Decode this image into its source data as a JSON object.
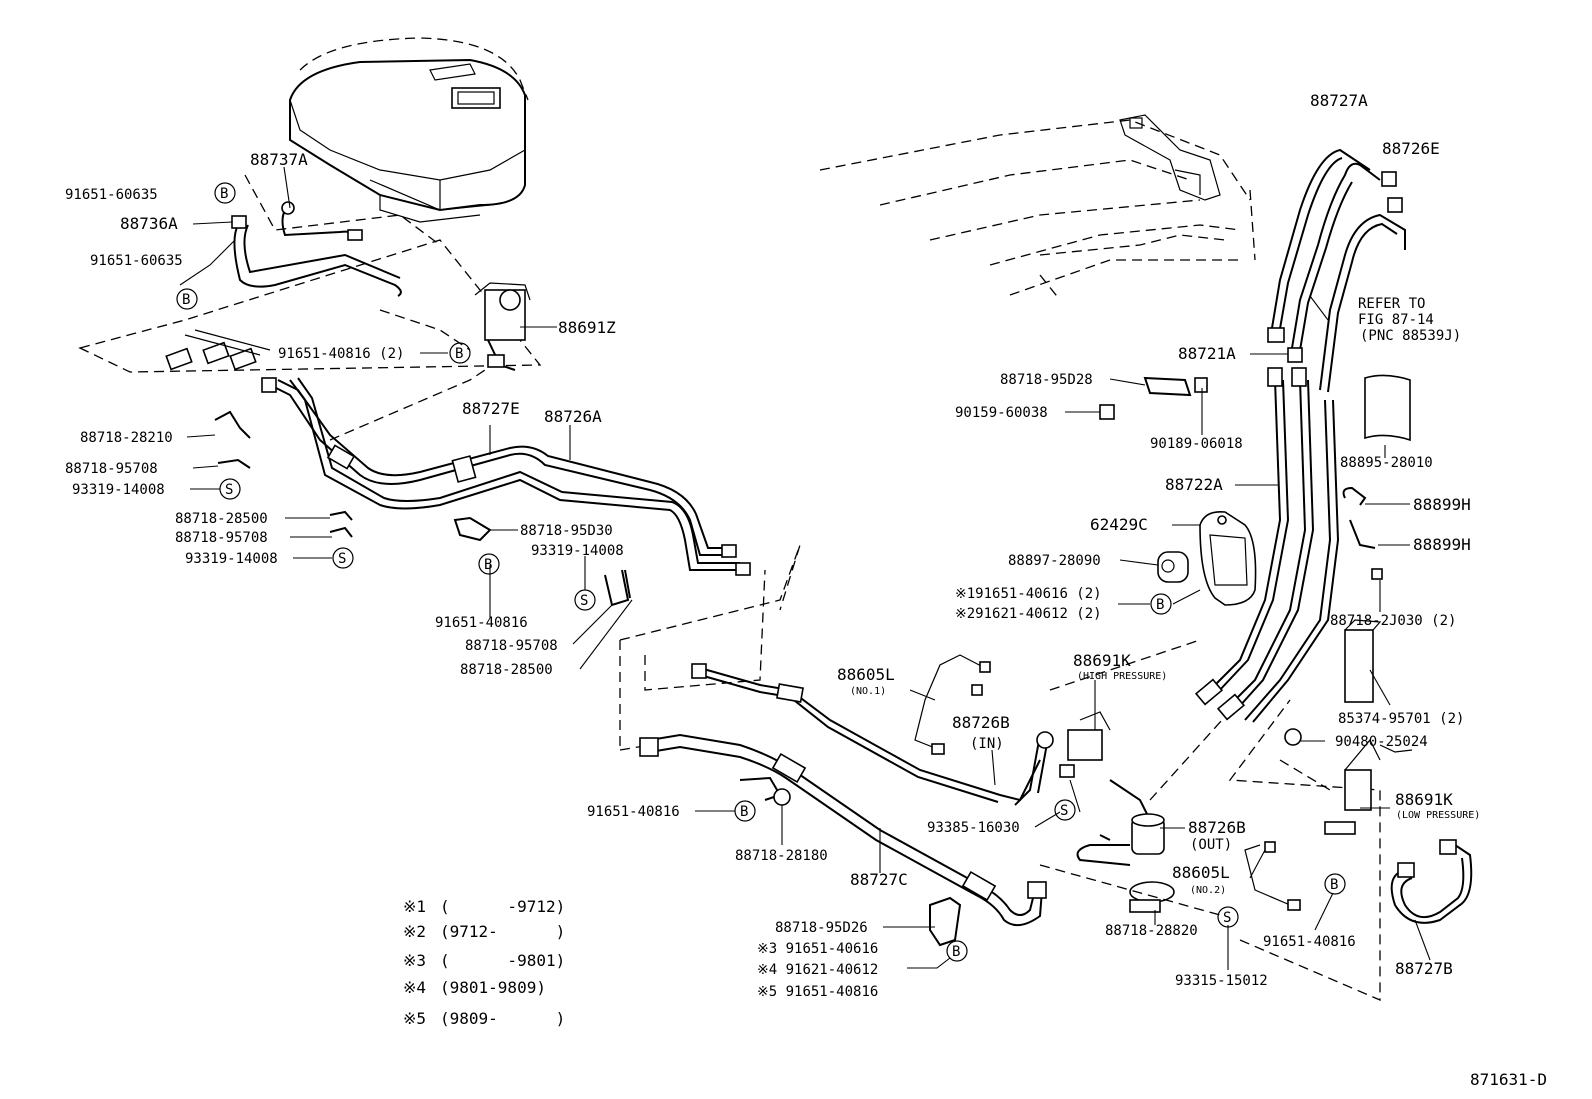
{
  "figure_code": "871631-D",
  "refer_note": [
    "REFER TO",
    "FIG 87-14",
    "(PNC 88539J)"
  ],
  "labels": {
    "p88737A": "88737A",
    "p91651_60635_a": "91651-60635",
    "p88736A": "88736A",
    "p91651_60635_b": "91651-60635",
    "p88691Z": "88691Z",
    "p91651_40816_2": "91651-40816 (2)",
    "p88727E": "88727E",
    "p88726A": "88726A",
    "p88718_28210": "88718-28210",
    "p88718_95708_a": "88718-95708",
    "p93319_14008_a": "93319-14008",
    "p88718_28500_a": "88718-28500",
    "p88718_95708_b": "88718-95708",
    "p93319_14008_b": "93319-14008",
    "p88718_95D30": "88718-95D30",
    "p93319_14008_c": "93319-14008",
    "p91651_40816_a": "91651-40816",
    "p88718_95708_c": "88718-95708",
    "p88718_28500_b": "88718-28500",
    "p88727A": "88727A",
    "p88726E": "88726E",
    "p88721A": "88721A",
    "p88718_95D28": "88718-95D28",
    "p90159_60038": "90159-60038",
    "p90189_06018": "90189-06018",
    "p88895_28010": "88895-28010",
    "p88722A": "88722A",
    "p88899H_a": "88899H",
    "p88899H_b": "88899H",
    "p62429C": "62429C",
    "p88897_28090": "88897-28090",
    "p191651": "※191651-40616 (2)",
    "p291621": "※291621-40612 (2)",
    "p88718_2J030": "88718-2J030 (2)",
    "p88605L_1": "88605L",
    "p88605L_1_sub": "(NO.1)",
    "p88691K_hp": "88691K",
    "p88691K_hp_sub": "(HIGH PRESSURE)",
    "p88726B_in": "88726B",
    "p88726B_in_sub": "(IN)",
    "p85374_95701": "85374-95701 (2)",
    "p90480_25024": "90480-25024",
    "p91651_40816_b": "91651-40816",
    "p88718_28180": "88718-28180",
    "p93385_16030": "93385-16030",
    "p88726B_out": "88726B",
    "p88726B_out_sub": "(OUT)",
    "p88691K_lp": "88691K",
    "p88691K_lp_sub": "(LOW PRESSURE)",
    "p88605L_2": "88605L",
    "p88605L_2_sub": "(NO.2)",
    "p88727C": "88727C",
    "p88718_95D26": "88718-95D26",
    "p91651_40616_n3": "※3 91651-40616",
    "p91621_40612_n4": "※4 91621-40612",
    "p91651_40816_n5": "※5 91651-40816",
    "p88718_28820": "88718-28820",
    "p93315_15012": "93315-15012",
    "p91651_40816_c": "91651-40816",
    "p88727B": "88727B"
  },
  "markers": {
    "b": "B",
    "s": "S"
  },
  "legend": [
    {
      "mark": "※1",
      "range": "(      -9712)"
    },
    {
      "mark": "※2",
      "range": "(9712-      )"
    },
    {
      "mark": "※3",
      "range": "(      -9801)"
    },
    {
      "mark": "※4",
      "range": "(9801-9809)"
    },
    {
      "mark": "※5",
      "range": "(9809-      )"
    }
  ]
}
